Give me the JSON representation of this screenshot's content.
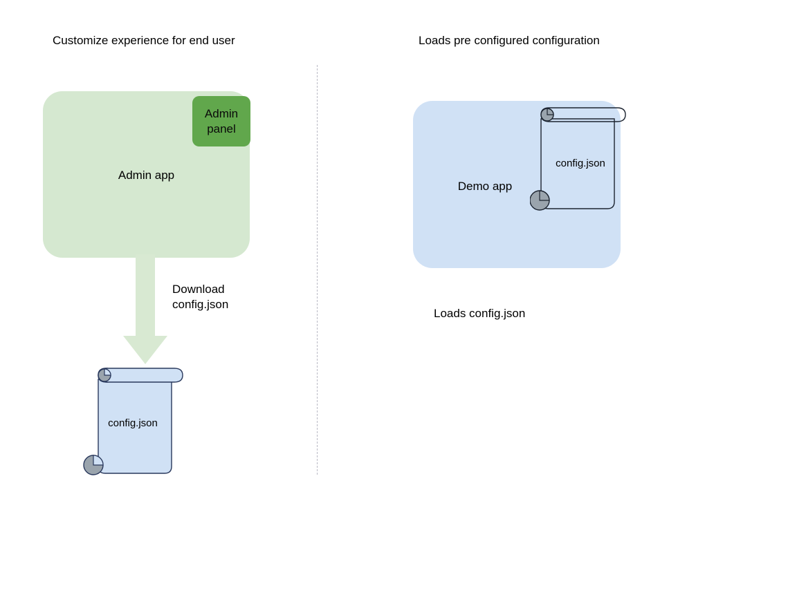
{
  "diagram": {
    "type": "flow-diagram",
    "background": "#ffffff",
    "panels": [
      {
        "id": "left",
        "title": "Customize experience for end user",
        "app": {
          "label": "Admin app",
          "fill": "#d5e8d0",
          "chip": {
            "label": "Admin\npanel",
            "fill": "#61a74c"
          }
        },
        "arrow": {
          "label": "Download\nconfig.json",
          "fill": "#d8e9d2"
        },
        "document": {
          "label": "config.json",
          "fill": "#d0e1f5",
          "stroke": "#29385c"
        }
      },
      {
        "id": "right",
        "title": "Loads pre configured configuration",
        "app": {
          "label": "Demo app",
          "fill": "#d0e1f5"
        },
        "document": {
          "label": "config.json",
          "fill": "transparent",
          "stroke": "#1c2430"
        },
        "caption": "Loads config.json"
      }
    ],
    "divider": {
      "style": "dashed",
      "color": "#b9b9c4"
    }
  },
  "colors": {
    "green_light": "#d5e8d0",
    "green_dark": "#61a74c",
    "blue_light": "#d0e1f5",
    "arrow_green": "#d8e9d2",
    "doc_stroke": "#29385c",
    "roll_fill": "#9aa4ad",
    "divider": "#b9b9c4",
    "text": "#000000"
  }
}
